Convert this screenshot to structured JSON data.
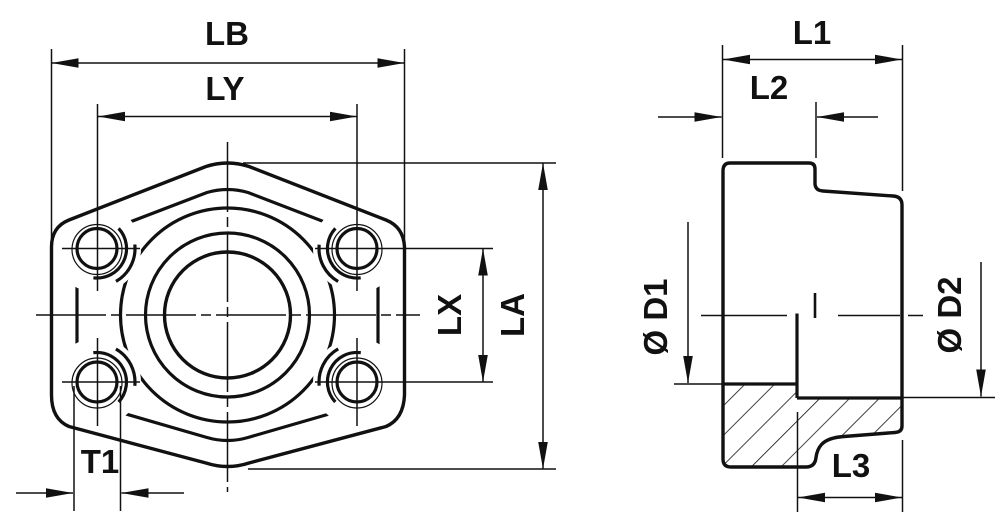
{
  "colors": {
    "line": "#111111",
    "background": "#ffffff"
  },
  "front_view": {
    "dim_overall_width": "LB",
    "dim_bolt_spacing_x": "LY",
    "dim_bolt_spacing_y": "LX",
    "dim_overall_height": "LA",
    "dim_bolt_hole": "T1"
  },
  "side_view": {
    "dim_overall_length": "L1",
    "dim_flange_length": "L2",
    "dim_socket_depth": "L3",
    "dim_bore_diameter": "Ø D1",
    "dim_socket_diameter": "Ø D2"
  }
}
